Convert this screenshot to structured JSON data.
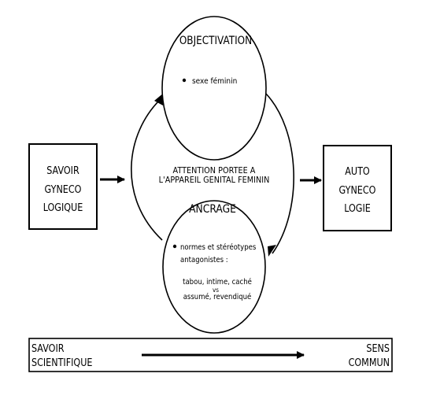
{
  "diagram": {
    "left_box": {
      "lines": [
        "SAVOIR",
        "GYNECO",
        "LOGIQUE"
      ]
    },
    "right_box": {
      "lines": [
        "AUTO",
        "GYNECO",
        "LOGIE"
      ]
    },
    "objectivation": {
      "title": "OBJECTIVATION",
      "bullet": "sexe féminin"
    },
    "center": {
      "lines": [
        "ATTENTION PORTEE A",
        "L'APPAREIL GENITAL FEMININ"
      ]
    },
    "ancrage": {
      "title": "ANCRAGE",
      "bullet_lines": [
        "normes et stéréotypes",
        "antagonistes :"
      ],
      "detail_lines": [
        "tabou, intime, caché",
        "vs",
        "assumé, revendiqué"
      ]
    },
    "bottom": {
      "left_lines": [
        "SAVOIR",
        "SCIENTIFIQUE"
      ],
      "right_lines": [
        "SENS",
        "COMMUN"
      ]
    }
  }
}
